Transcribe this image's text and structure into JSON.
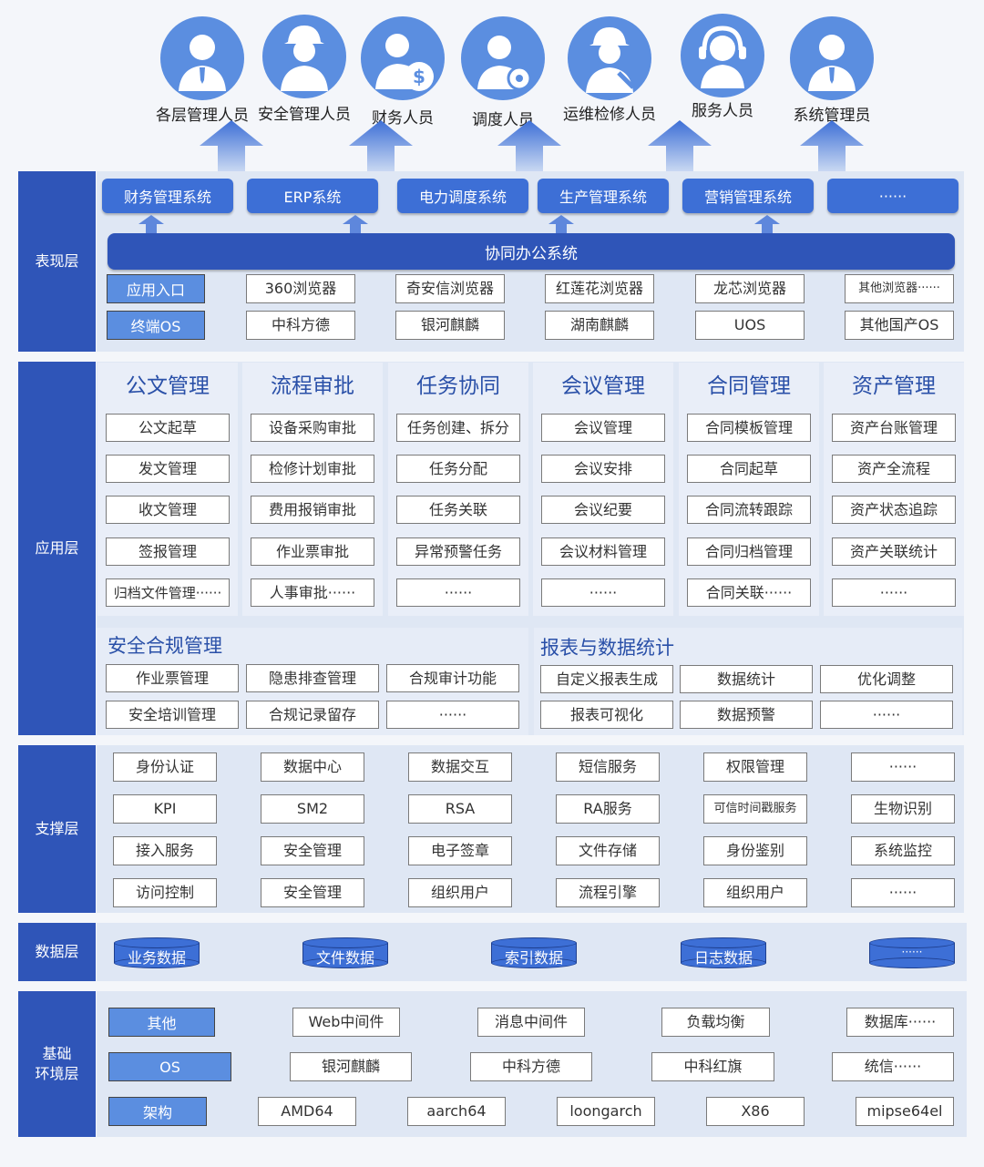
{
  "users": [
    {
      "label": "各层管理人员",
      "icon": "manager-icon"
    },
    {
      "label": "安全管理人员",
      "icon": "safety-worker-icon"
    },
    {
      "label": "财务人员",
      "icon": "finance-user-icon"
    },
    {
      "label": "调度人员",
      "icon": "dispatch-user-icon"
    },
    {
      "label": "运维检修人员",
      "icon": "maintenance-worker-icon"
    },
    {
      "label": "服务人员",
      "icon": "service-headset-icon"
    },
    {
      "label": "系统管理员",
      "icon": "admin-icon"
    }
  ],
  "layers": {
    "presentation": "表现层",
    "application": "应用层",
    "support": "支撑层",
    "data": "数据层",
    "infra": "基础\n环境层"
  },
  "presentation": {
    "systems": [
      "财务管理系统",
      "ERP系统",
      "电力调度系统",
      "生产管理系统",
      "营销管理系统",
      "······"
    ],
    "office": "协同办公系统",
    "row1_label": "应用入口",
    "row1": [
      "360浏览器",
      "奇安信浏览器",
      "红莲花浏览器",
      "龙芯浏览器",
      "其他浏览器······"
    ],
    "row2_label": "终端OS",
    "row2": [
      "中科方德",
      "银河麒麟",
      "湖南麒麟",
      "UOS",
      "其他国产OS"
    ]
  },
  "application": {
    "columns": [
      {
        "title": "公文管理",
        "items": [
          "公文起草",
          "发文管理",
          "收文管理",
          "签报管理",
          "归档文件管理······"
        ]
      },
      {
        "title": "流程审批",
        "items": [
          "设备采购审批",
          "检修计划审批",
          "费用报销审批",
          "作业票审批",
          "人事审批······"
        ]
      },
      {
        "title": "任务协同",
        "items": [
          "任务创建、拆分",
          "任务分配",
          "任务关联",
          "异常预警任务",
          "······"
        ]
      },
      {
        "title": "会议管理",
        "items": [
          "会议管理",
          "会议安排",
          "会议纪要",
          "会议材料管理",
          "······"
        ]
      },
      {
        "title": "合同管理",
        "items": [
          "合同模板管理",
          "合同起草",
          "合同流转跟踪",
          "合同归档管理",
          "合同关联······"
        ]
      },
      {
        "title": "资产管理",
        "items": [
          "资产台账管理",
          "资产全流程",
          "资产状态追踪",
          "资产关联统计",
          "······"
        ]
      }
    ],
    "safety": {
      "title": "安全合规管理",
      "row1": [
        "作业票管理",
        "隐患排查管理",
        "合规审计功能"
      ],
      "row2": [
        "安全培训管理",
        "合规记录留存",
        "······"
      ]
    },
    "report": {
      "title": "报表与数据统计",
      "row1": [
        "自定义报表生成",
        "数据统计",
        "优化调整"
      ],
      "row2": [
        "报表可视化",
        "数据预警",
        "······"
      ]
    }
  },
  "support": {
    "rows": [
      [
        "身份认证",
        "数据中心",
        "数据交互",
        "短信服务",
        "权限管理",
        "······"
      ],
      [
        "KPI",
        "SM2",
        "RSA",
        "RA服务",
        "可信时间戳服务",
        "生物识别"
      ],
      [
        "接入服务",
        "安全管理",
        "电子签章",
        "文件存储",
        "身份鉴别",
        "系统监控"
      ],
      [
        "访问控制",
        "安全管理",
        "组织用户",
        "流程引擎",
        "组织用户",
        "······"
      ]
    ]
  },
  "data": {
    "items": [
      "业务数据",
      "文件数据",
      "索引数据",
      "日志数据",
      "······"
    ]
  },
  "infra": {
    "rows": [
      {
        "label": "其他",
        "items": [
          "Web中间件",
          "消息中间件",
          "负载均衡",
          "数据库······"
        ]
      },
      {
        "label": "OS",
        "items": [
          "银河麒麟",
          "中科方德",
          "中科红旗",
          "统信······"
        ]
      },
      {
        "label": "架构",
        "items": [
          "AMD64",
          "aarch64",
          "loongarch",
          "X86",
          "mipse64el"
        ]
      }
    ]
  }
}
